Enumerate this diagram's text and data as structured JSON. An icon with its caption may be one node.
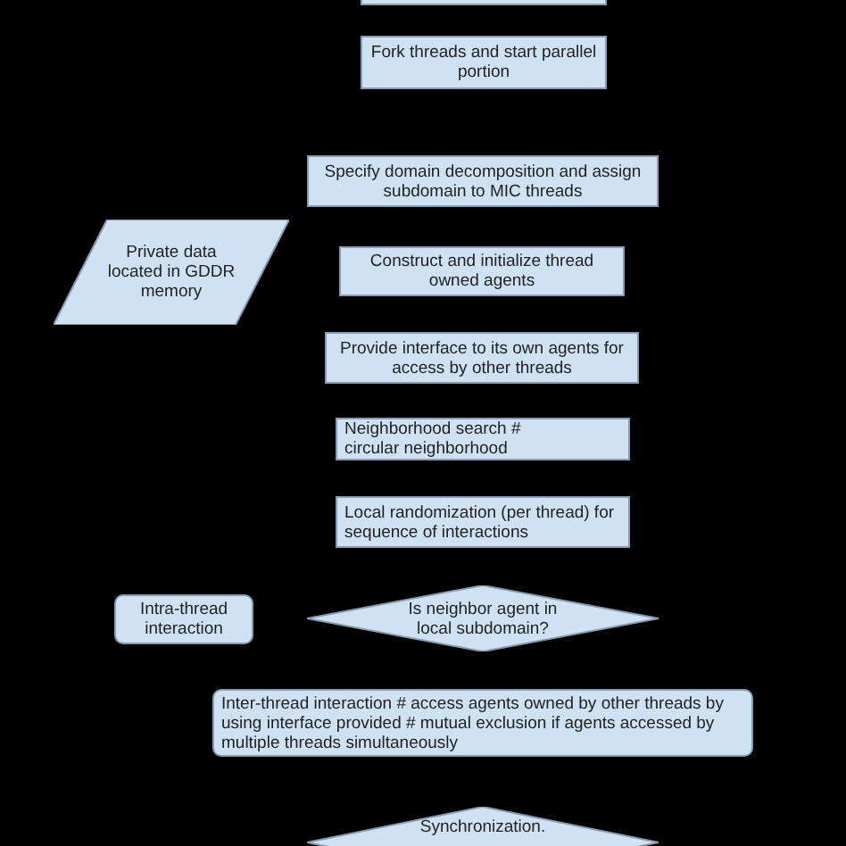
{
  "diagram": {
    "nodes": [
      {
        "text": [],
        "shape": "box"
      },
      {
        "text": [
          "Fork threads and start parallel portion"
        ]
      },
      {
        "text": [
          "Specify domain decomposition and assign subdomain to MIC threads"
        ]
      },
      {
        "text": [
          "Private data located in GDDR memory"
        ]
      },
      {
        "text": [
          "Construct and initialize thread owned agents"
        ]
      },
      {
        "text": [
          "Provide interface to its own agents for access by other threads"
        ]
      },
      {
        "text": [
          "Neighborhood search # circular neighborhood"
        ]
      },
      {
        "text": [
          "Local randomization (per thread) for sequence of interactions"
        ]
      },
      {
        "text": [
          "Intra-thread interaction"
        ]
      },
      {
        "text": [
          "Is neighbor agent in local subdomain?"
        ]
      },
      {
        "text": [
          "Inter-thread interaction # access agents owned by other threads by using interface provided # mutual exclusion if agents accessed by multiple threads simultaneously"
        ]
      },
      {
        "text": [
          "Synchronization."
        ]
      }
    ]
  }
}
